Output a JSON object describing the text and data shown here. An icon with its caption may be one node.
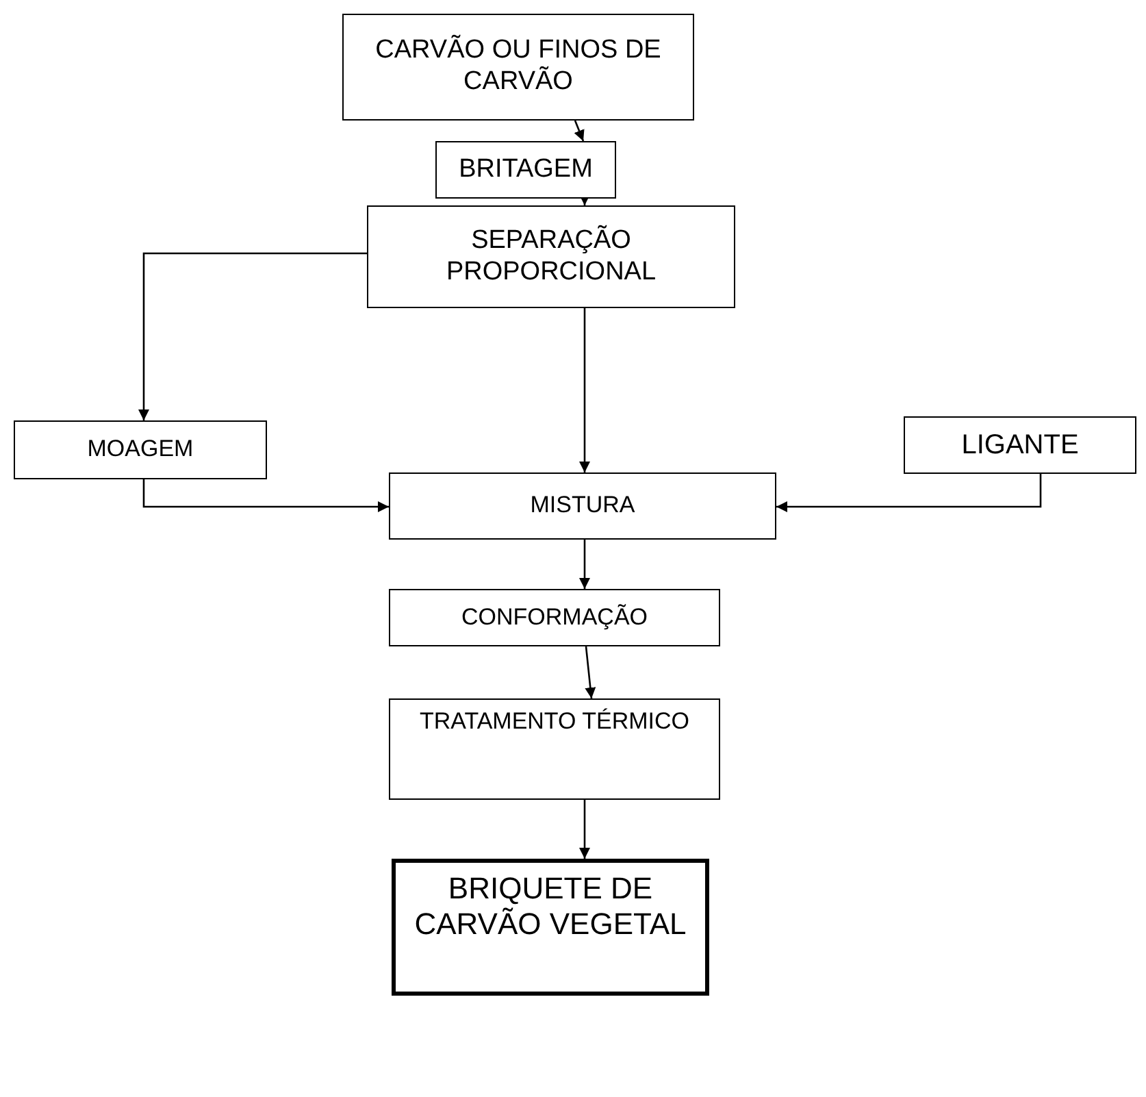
{
  "diagram": {
    "nodes": [
      {
        "text": [
          "CARVÃO OU FINOS DE CARVÃO"
        ]
      },
      {
        "text": [
          "BRITAGEM"
        ]
      },
      {
        "text": [
          "SEPARAÇÃO PROPORCIONAL"
        ]
      },
      {
        "text": [
          "MOAGEM"
        ]
      },
      {
        "text": [
          "LIGANTE"
        ]
      },
      {
        "text": [
          "MISTURA"
        ]
      },
      {
        "text": [
          "CONFORMAÇÃO"
        ]
      },
      {
        "text": [
          "TRATAMENTO TÉRMICO"
        ]
      },
      {
        "text": [
          "BRIQUETE DE CARVÃO VEGETAL"
        ]
      }
    ],
    "edges": [
      {
        "from": 0,
        "to": 1,
        "arrow": "to"
      },
      {
        "from": 1,
        "to": 2,
        "arrow": "to"
      },
      {
        "from": 2,
        "to": 3,
        "arrow": "to"
      },
      {
        "from": 2,
        "to": 5,
        "arrow": "to"
      },
      {
        "from": 3,
        "to": 5,
        "arrow": "to"
      },
      {
        "from": 4,
        "to": 5,
        "arrow": "to"
      },
      {
        "from": 5,
        "to": 6,
        "arrow": "to"
      },
      {
        "from": 6,
        "to": 7,
        "arrow": "to"
      },
      {
        "from": 7,
        "to": 8,
        "arrow": "to"
      }
    ]
  }
}
